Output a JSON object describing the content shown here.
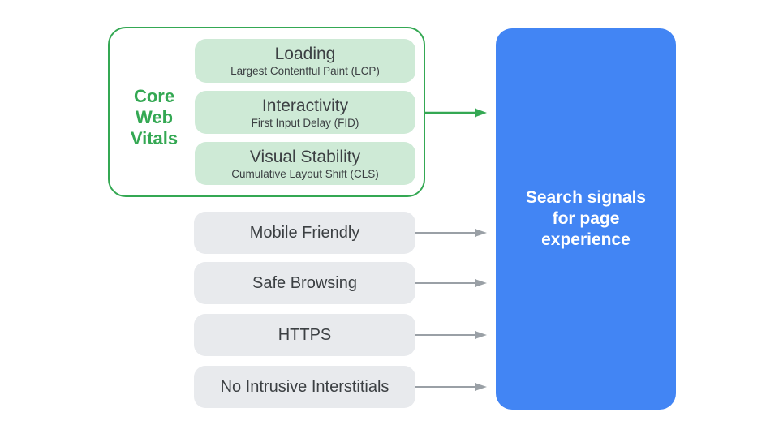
{
  "colors": {
    "green": "#34A853",
    "green_light": "#CEEAD6",
    "gray_card": "#E8EAED",
    "gray_arrow": "#9AA0A6",
    "blue": "#4285F4",
    "text_dark": "#3C4043",
    "text_white": "#FFFFFF"
  },
  "core_web_vitals": {
    "label_lines": [
      "Core",
      "Web",
      "Vitals"
    ],
    "items": [
      {
        "title": "Loading",
        "subtitle": "Largest Contentful Paint (LCP)"
      },
      {
        "title": "Interactivity",
        "subtitle": "First Input Delay (FID)"
      },
      {
        "title": "Visual Stability",
        "subtitle": "Cumulative Layout Shift (CLS)"
      }
    ]
  },
  "other_signals": [
    {
      "label": "Mobile Friendly"
    },
    {
      "label": "Safe Browsing"
    },
    {
      "label": "HTTPS"
    },
    {
      "label": "No Intrusive Interstitials"
    }
  ],
  "result_box": {
    "label_lines": [
      "Search signals",
      "for page",
      "experience"
    ]
  }
}
